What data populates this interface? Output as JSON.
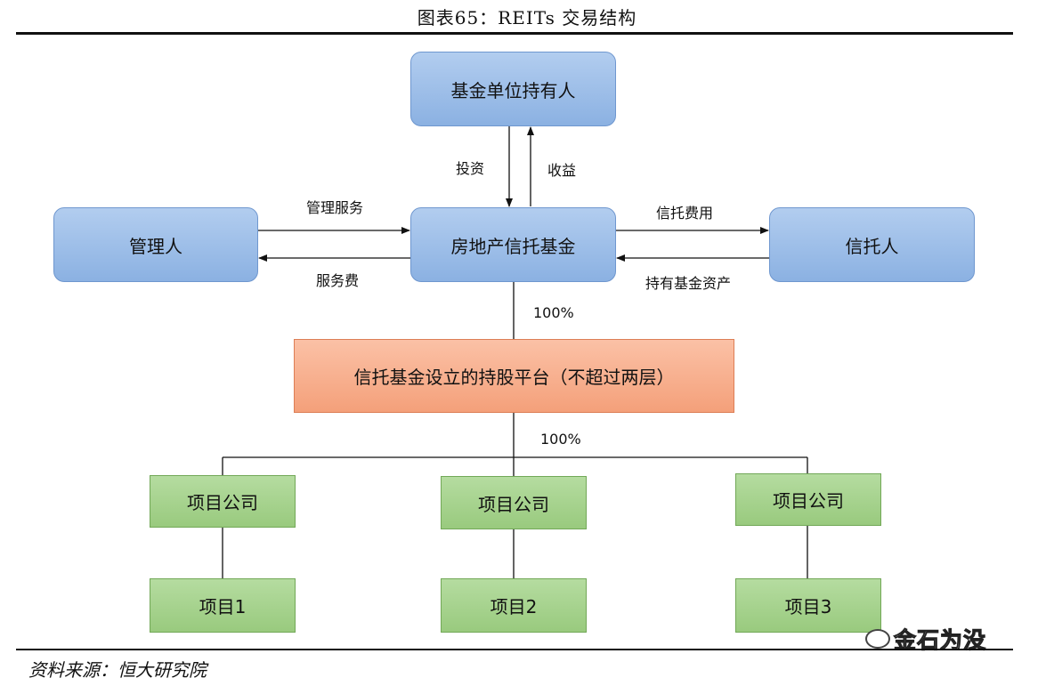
{
  "figure": {
    "title": "图表65：REITs 交易结构",
    "source": "资料来源：恒大研究院"
  },
  "nodes": {
    "holders": "基金单位持有人",
    "manager": "管理人",
    "reit": "房地产信托基金",
    "trustee": "信托人",
    "platform": "信托基金设立的持股平台（不超过两层）",
    "company1": "项目公司",
    "company2": "项目公司",
    "company3": "项目公司",
    "project1": "项目1",
    "project2": "项目2",
    "project3": "项目3"
  },
  "edges": {
    "invest": "投资",
    "income": "收益",
    "management_service": "管理服务",
    "service_fee": "服务费",
    "trust_fee": "信托费用",
    "hold_assets": "持有基金资产",
    "own_platform": "100%",
    "own_companies": "100%"
  },
  "watermark": {
    "text": "金石为没",
    "icon": "wechat-icon"
  },
  "colors": {
    "blue": "#9dbfe9",
    "orange": "#f6ae8b",
    "green": "#a6d38e"
  }
}
